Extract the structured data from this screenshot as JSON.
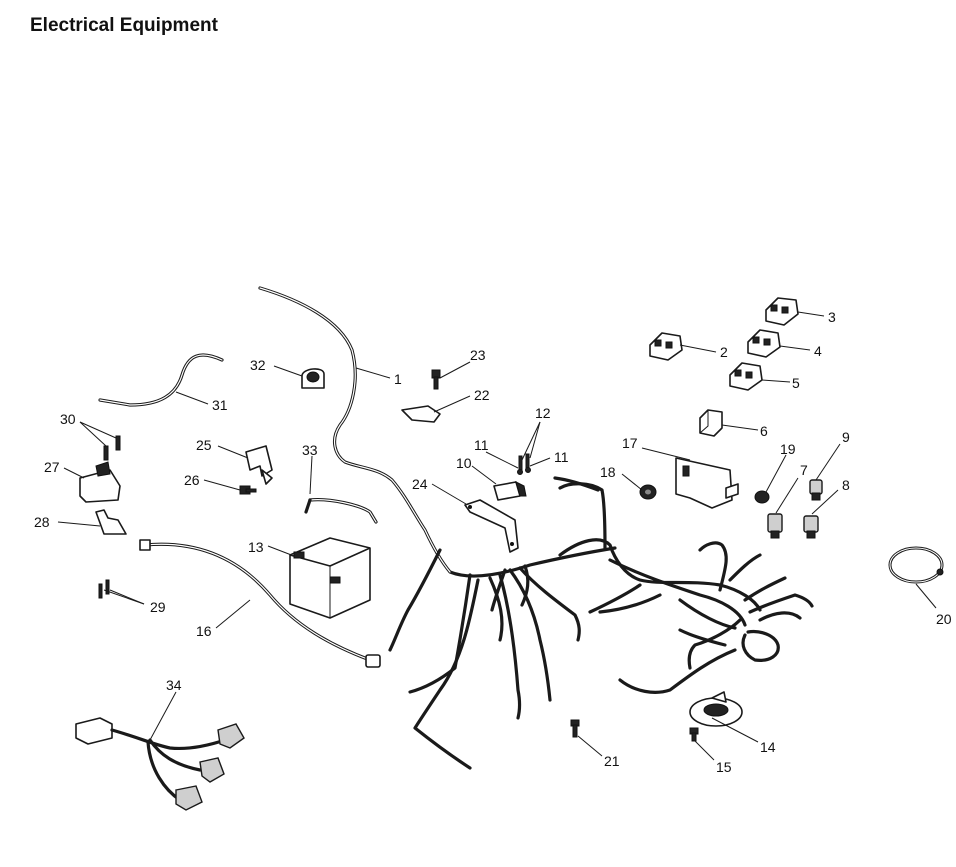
{
  "title": "Electrical Equipment",
  "callouts": [
    "1",
    "2",
    "3",
    "4",
    "5",
    "6",
    "7",
    "8",
    "9",
    "10",
    "11",
    "11",
    "12",
    "13",
    "14",
    "15",
    "16",
    "17",
    "18",
    "19",
    "20",
    "21",
    "22",
    "23",
    "24",
    "25",
    "26",
    "27",
    "28",
    "29",
    "30",
    "31",
    "32",
    "33",
    "34"
  ]
}
